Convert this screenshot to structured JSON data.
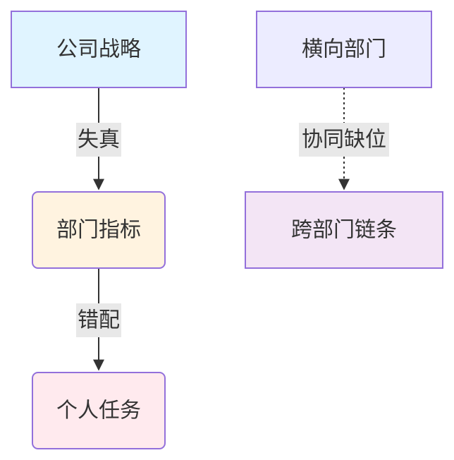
{
  "nodes": {
    "strategy": {
      "label": "公司战略",
      "fill": "#e0f4ff",
      "stroke": "#9370db"
    },
    "dept_metrics": {
      "label": "部门指标",
      "fill": "#fff3e0",
      "stroke": "#9370db"
    },
    "personal_tasks": {
      "label": "个人任务",
      "fill": "#ffeaee",
      "stroke": "#9370db"
    },
    "horizontal_dept": {
      "label": "横向部门",
      "fill": "#ececff",
      "stroke": "#9370db"
    },
    "cross_chain": {
      "label": "跨部门链条",
      "fill": "#f3e5f5",
      "stroke": "#9370db"
    }
  },
  "edges": {
    "distortion": {
      "label": "失真"
    },
    "mismatch": {
      "label": "错配"
    },
    "coordination_gap": {
      "label": "协同缺位"
    }
  },
  "colors": {
    "edge": "#333333",
    "edge_label_bg": "#e8e8e8"
  }
}
